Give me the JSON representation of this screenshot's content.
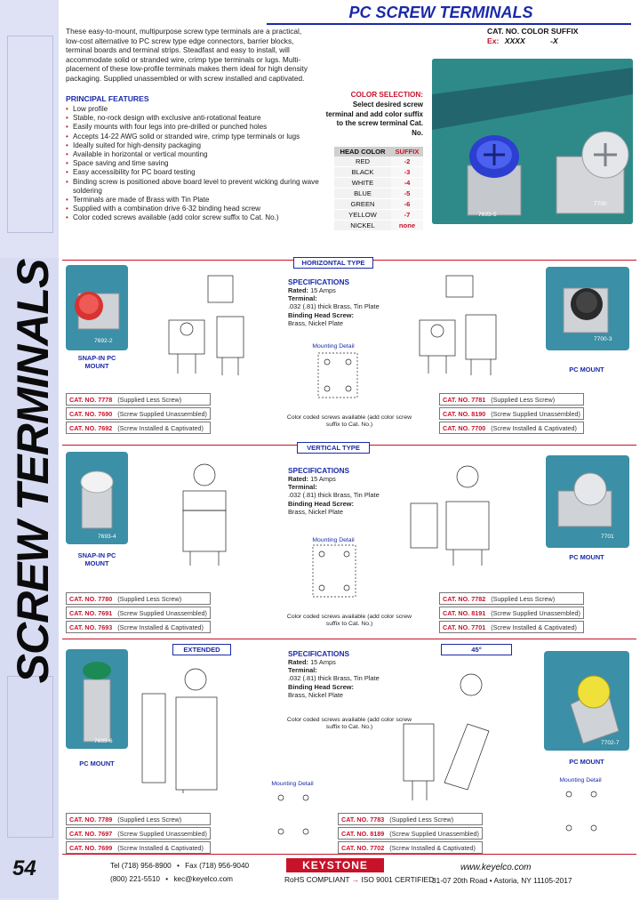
{
  "header": {
    "title": "PC SCREW TERMINALS"
  },
  "sidebar": {
    "vertical_title": "SCREW TERMINALS",
    "page_number": "54"
  },
  "intro": {
    "paragraph": "These easy-to-mount, multipurpose screw type terminals are a practical, low-cost alternative to PC screw type edge connectors, barrier blocks, terminal boards and terminal strips. Steadfast and easy to install, will accommodate solid or stranded wire, crimp type terminals or lugs. Multi-placement of these low-profile terminals makes them ideal for high density packaging. Supplied unassembled or with screw installed and captivated."
  },
  "principal_features": {
    "title": "PRINCIPAL FEATURES",
    "items": [
      "Low profile",
      "Stable, no-rock design with exclusive anti-rotational feature",
      "Easily mounts with four legs into pre-drilled or punched holes",
      "Accepts 14-22 AWG solid or stranded wire, crimp type terminals or lugs",
      "Ideally suited for high-density packaging",
      "Available in horizontal or vertical mounting",
      "Space saving and time saving",
      "Easy accessibility for PC board testing",
      "Binding screw is positioned above board level to prevent wicking during wave soldering",
      "Terminals are made of Brass with Tin Plate",
      "Supplied with a combination drive 6-32 binding head screw",
      "Color coded screws available (add color screw suffix to Cat. No.)"
    ]
  },
  "cat_no_suffix": {
    "label": "CAT. NO. COLOR SUFFIX",
    "ex_label": "Ex:",
    "example": "XXXX",
    "suffix": "-X"
  },
  "color_selection": {
    "title": "COLOR SELECTION:",
    "instruction": "Select desired screw terminal and add color suffix to the screw terminal Cat. No.",
    "headers": [
      "HEAD COLOR",
      "SUFFIX"
    ],
    "rows": [
      {
        "color": "RED",
        "suffix": "-2"
      },
      {
        "color": "BLACK",
        "suffix": "-3"
      },
      {
        "color": "WHITE",
        "suffix": "-4"
      },
      {
        "color": "BLUE",
        "suffix": "-5"
      },
      {
        "color": "GREEN",
        "suffix": "-6"
      },
      {
        "color": "YELLOW",
        "suffix": "-7"
      },
      {
        "color": "NICKEL",
        "suffix": "none"
      }
    ]
  },
  "main_photo": {
    "tag_left": "7693-5",
    "tag_right": "7700"
  },
  "horizontal": {
    "label": "HORIZONTAL TYPE",
    "spec_title": "SPECIFICATIONS",
    "rated_label": "Rated:",
    "rated": "15 Amps",
    "terminal_label": "Terminal:",
    "terminal": ".032 (.81) thick Brass, Tin Plate",
    "screw_label": "Binding Head Screw:",
    "screw": "Brass, Nickel Plate",
    "mounting_detail": "Mounting Detail",
    "color_note": "Color coded screws available (add color screw suffix to Cat. No.)",
    "left_photo_tag": "7692-2",
    "left_mount": "SNAP-IN PC MOUNT",
    "right_photo_tag": "7700-3",
    "right_mount": "PC MOUNT",
    "left_cats": [
      {
        "id": "CAT. NO. 7778",
        "desc": "(Supplied Less Screw)"
      },
      {
        "id": "CAT. NO. 7690",
        "desc": "(Screw Supplied Unassembled)"
      },
      {
        "id": "CAT. NO. 7692",
        "desc": "(Screw Installed & Captivated)"
      }
    ],
    "right_cats": [
      {
        "id": "CAT. NO. 7781",
        "desc": "(Supplied Less Screw)"
      },
      {
        "id": "CAT. NO. 8190",
        "desc": "(Screw Supplied Unassembled)"
      },
      {
        "id": "CAT. NO. 7700",
        "desc": "(Screw Installed & Captivated)"
      }
    ]
  },
  "vertical": {
    "label": "VERTICAL TYPE",
    "spec_title": "SPECIFICATIONS",
    "rated_label": "Rated:",
    "rated": "15 Amps",
    "terminal_label": "Terminal:",
    "terminal": ".032 (.81) thick Brass, Tin Plate",
    "screw_label": "Binding Head Screw:",
    "screw": "Brass, Nickel Plate",
    "mounting_detail": "Mounting Detail",
    "color_note": "Color coded screws available (add color screw suffix to Cat. No.)",
    "left_photo_tag": "7693-4",
    "left_mount": "SNAP-IN PC MOUNT",
    "right_photo_tag": "7701",
    "right_mount": "PC MOUNT",
    "left_cats": [
      {
        "id": "CAT. NO. 7780",
        "desc": "(Supplied Less Screw)"
      },
      {
        "id": "CAT. NO. 7691",
        "desc": "(Screw Supplied Unassembled)"
      },
      {
        "id": "CAT. NO. 7693",
        "desc": "(Screw Installed & Captivated)"
      }
    ],
    "right_cats": [
      {
        "id": "CAT. NO. 7782",
        "desc": "(Supplied Less Screw)"
      },
      {
        "id": "CAT. NO. 8191",
        "desc": "(Screw Supplied Unassembled)"
      },
      {
        "id": "CAT. NO. 7701",
        "desc": "(Screw Installed & Captivated)"
      }
    ]
  },
  "extended": {
    "label": "EXTENDED",
    "photo_tag": "7699-6",
    "mount": "PC MOUNT",
    "mounting_detail": "Mounting Detail",
    "cats": [
      {
        "id": "CAT. NO. 7789",
        "desc": "(Supplied Less Screw)"
      },
      {
        "id": "CAT. NO. 7697",
        "desc": "(Screw Supplied Unassembled)"
      },
      {
        "id": "CAT. NO. 7699",
        "desc": "(Screw Installed & Captivated)"
      }
    ]
  },
  "angled": {
    "label": "45°",
    "spec_title": "SPECIFICATIONS",
    "rated_label": "Rated:",
    "rated": "15 Amps",
    "terminal_label": "Terminal:",
    "terminal": ".032 (.81) thick Brass, Tin Plate",
    "screw_label": "Binding Head Screw:",
    "screw": "Brass, Nickel Plate",
    "color_note": "Color coded screws available (add color screw suffix to Cat. No.)",
    "photo_tag": "7702-7",
    "mount": "PC MOUNT",
    "mounting_detail": "Mounting Detail",
    "cats": [
      {
        "id": "CAT. NO. 7783",
        "desc": "(Supplied Less Screw)"
      },
      {
        "id": "CAT. NO. 8189",
        "desc": "(Screw Supplied Unassembled)"
      },
      {
        "id": "CAT. NO. 7702",
        "desc": "(Screw Installed & Captivated)"
      }
    ]
  },
  "footer": {
    "tel": "Tel (718) 956-8900",
    "fax": "Fax (718) 956-9040",
    "phone2": "(800) 221-5510",
    "email": "kec@keyelco.com",
    "logo": "KEYSTONE",
    "rohs": "RoHS COMPLIANT",
    "iso": "ISO 9001 CERTIFIED",
    "web": "www.keyelco.com",
    "address": "31-07 20th Road • Astoria, NY 11105-2017"
  },
  "colors": {
    "brand_blue": "#1b2aa8",
    "accent_red": "#c8122a",
    "sidebar": "#dfe2f5"
  }
}
